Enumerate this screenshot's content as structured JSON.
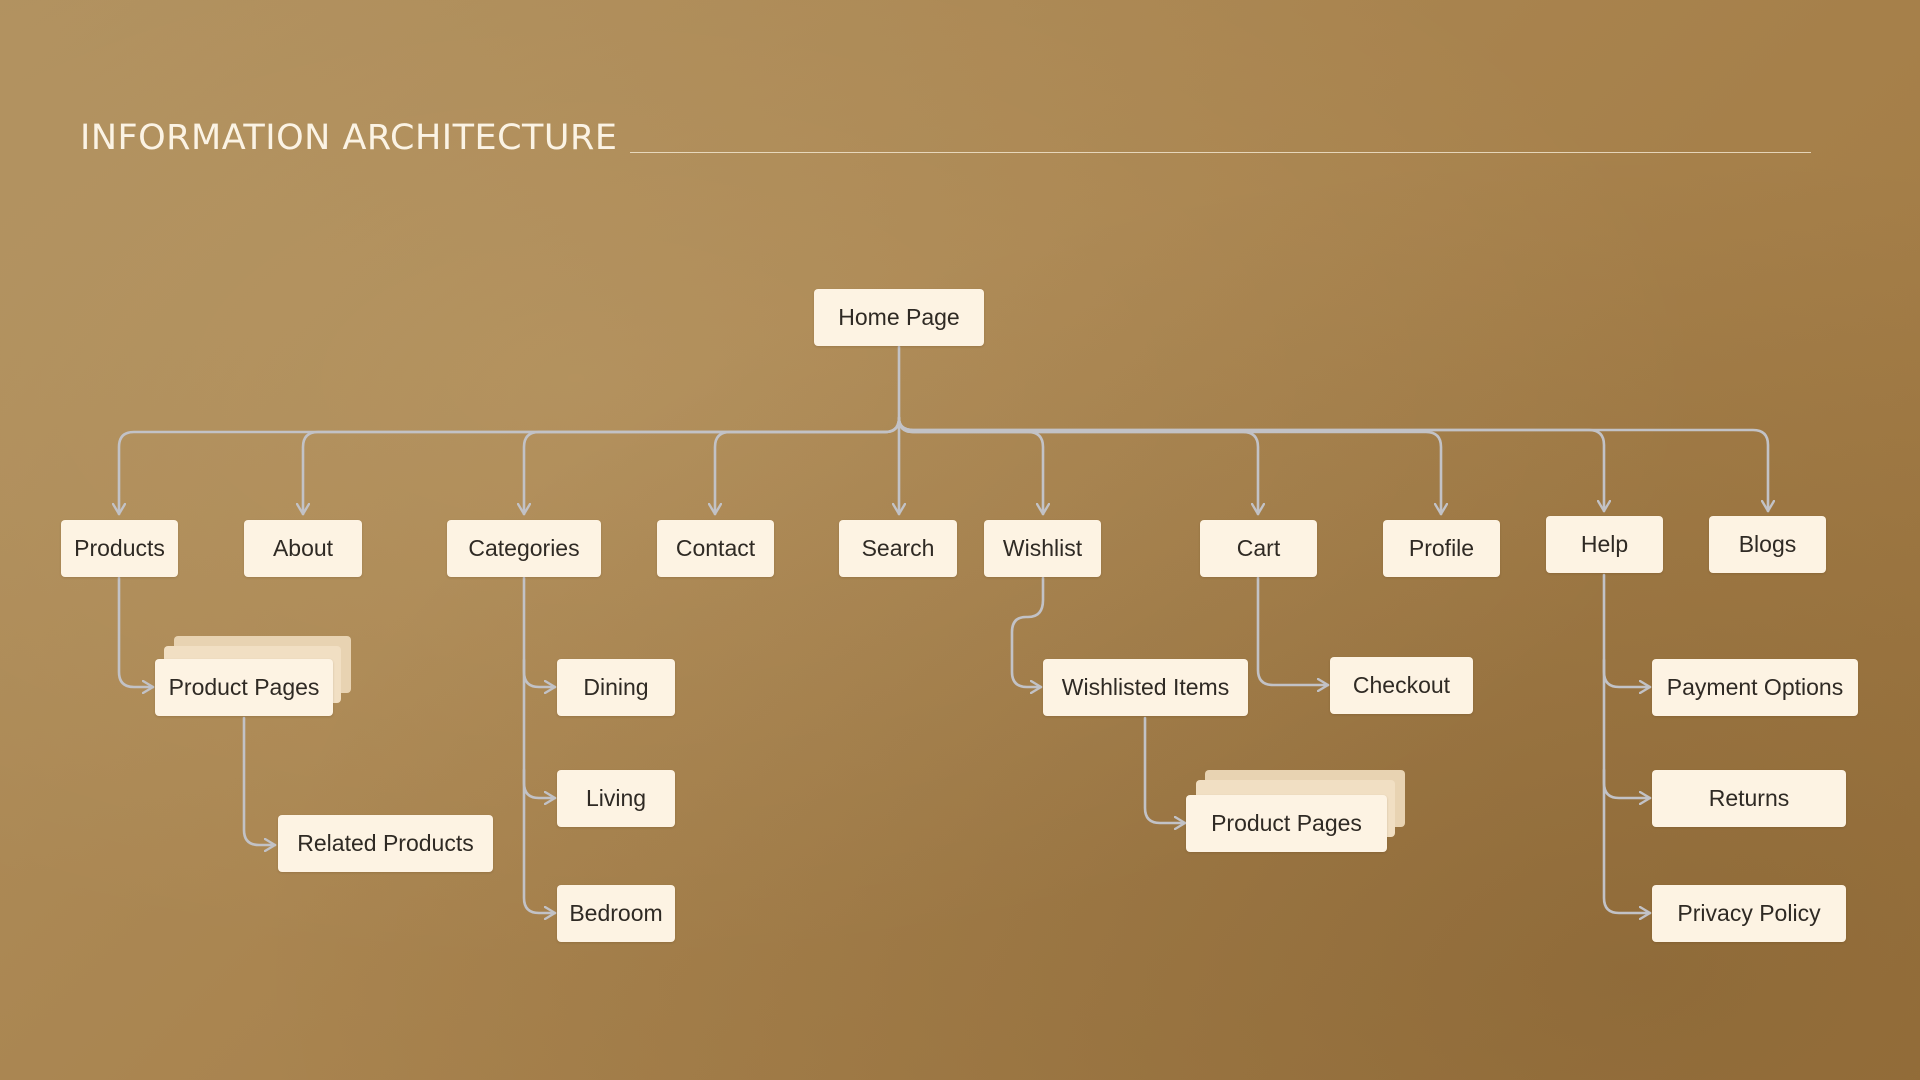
{
  "title": "INFORMATION ARCHITECTURE",
  "root": "Home Page",
  "top_level": {
    "products": "Products",
    "about": "About",
    "categories": "Categories",
    "contact": "Contact",
    "search": "Search",
    "wishlist": "Wishlist",
    "cart": "Cart",
    "profile": "Profile",
    "help": "Help",
    "blogs": "Blogs"
  },
  "products_children": {
    "product_pages": "Product Pages",
    "related_products": "Related Products"
  },
  "categories_children": [
    "Dining",
    "Living",
    "Bedroom"
  ],
  "wishlist_children": {
    "wishlisted_items": "Wishlisted Items",
    "product_pages": "Product Pages"
  },
  "cart_children": [
    "Checkout"
  ],
  "help_children": [
    "Payment Options",
    "Returns",
    "Privacy Policy"
  ],
  "colors": {
    "connector": "#c2c2c6",
    "node_fill": "#fdf3e3",
    "node_text": "#2f2a24",
    "title_text": "#fbf3e4",
    "background": "#a9844f"
  }
}
